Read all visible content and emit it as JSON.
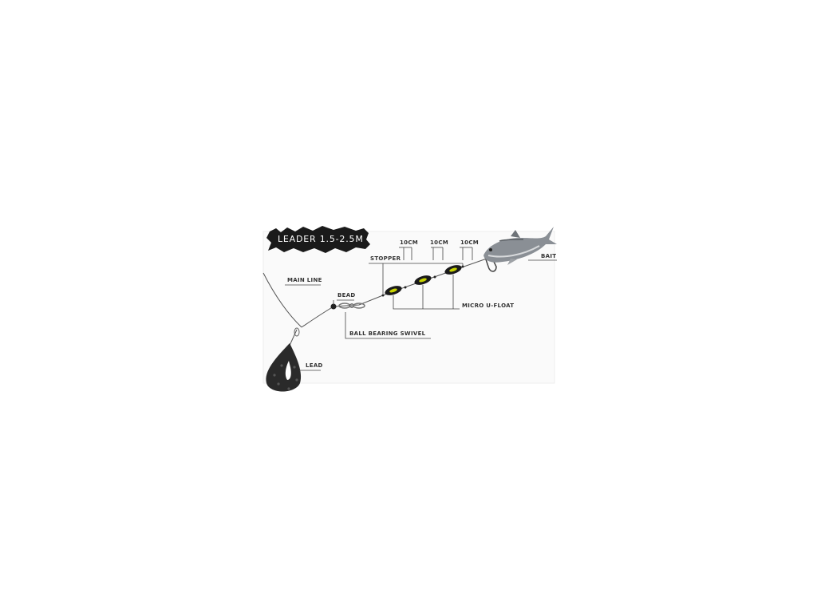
{
  "banner": {
    "text": "LEADER 1.5-2.5M"
  },
  "labels": {
    "main_line": "MAIN LINE",
    "bead": "BEAD",
    "ball_bearing_swivel": "BALL BEARING SWIVEL",
    "lead": "LEAD",
    "stopper": "STOPPER",
    "spacing": [
      "10CM",
      "10CM",
      "10CM"
    ],
    "micro_u_float": "MICRO U-FLOAT",
    "bait": "BAIT"
  },
  "colors": {
    "line": "#555555",
    "lead": "#2a2a2a",
    "float_accent": "#c8d400",
    "banner_bg": "#1a1a1a",
    "fish_body": "#8a8f95"
  },
  "icons": [
    "lead-weight-icon",
    "swivel-icon",
    "bead-icon",
    "float-icon",
    "hook-icon",
    "fish-bait-icon"
  ]
}
